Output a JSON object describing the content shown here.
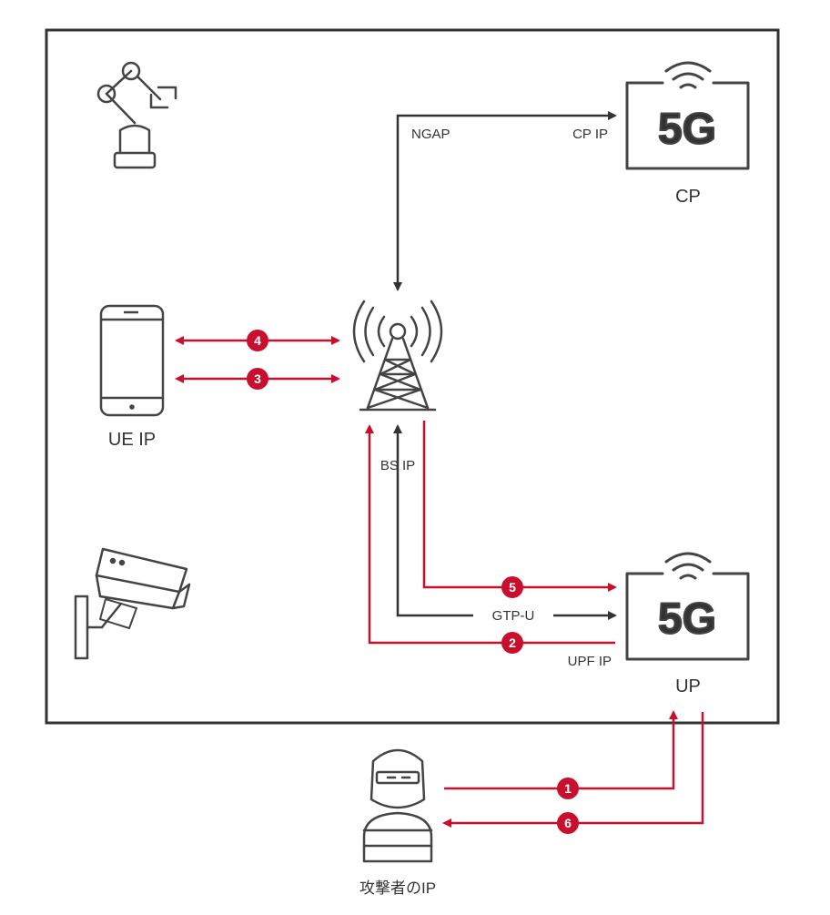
{
  "labels": {
    "ngap": "NGAP",
    "cp_ip": "CP IP",
    "cp": "CP",
    "ue_ip": "UE IP",
    "bs_ip": "BS IP",
    "gtp_u": "GTP-U",
    "upf_ip": "UPF IP",
    "up": "UP",
    "attacker_ip": "攻撃者のIP"
  },
  "network_icon_text": "5G",
  "steps": [
    "1",
    "2",
    "3",
    "4",
    "5",
    "6"
  ],
  "icons": [
    "robot-arm-icon",
    "5g-network-icon",
    "smartphone-icon",
    "cell-tower-icon",
    "security-camera-icon",
    "hacker-icon"
  ],
  "colors": {
    "attack": "#c8102e",
    "line": "#333333",
    "frame": "#333333"
  }
}
